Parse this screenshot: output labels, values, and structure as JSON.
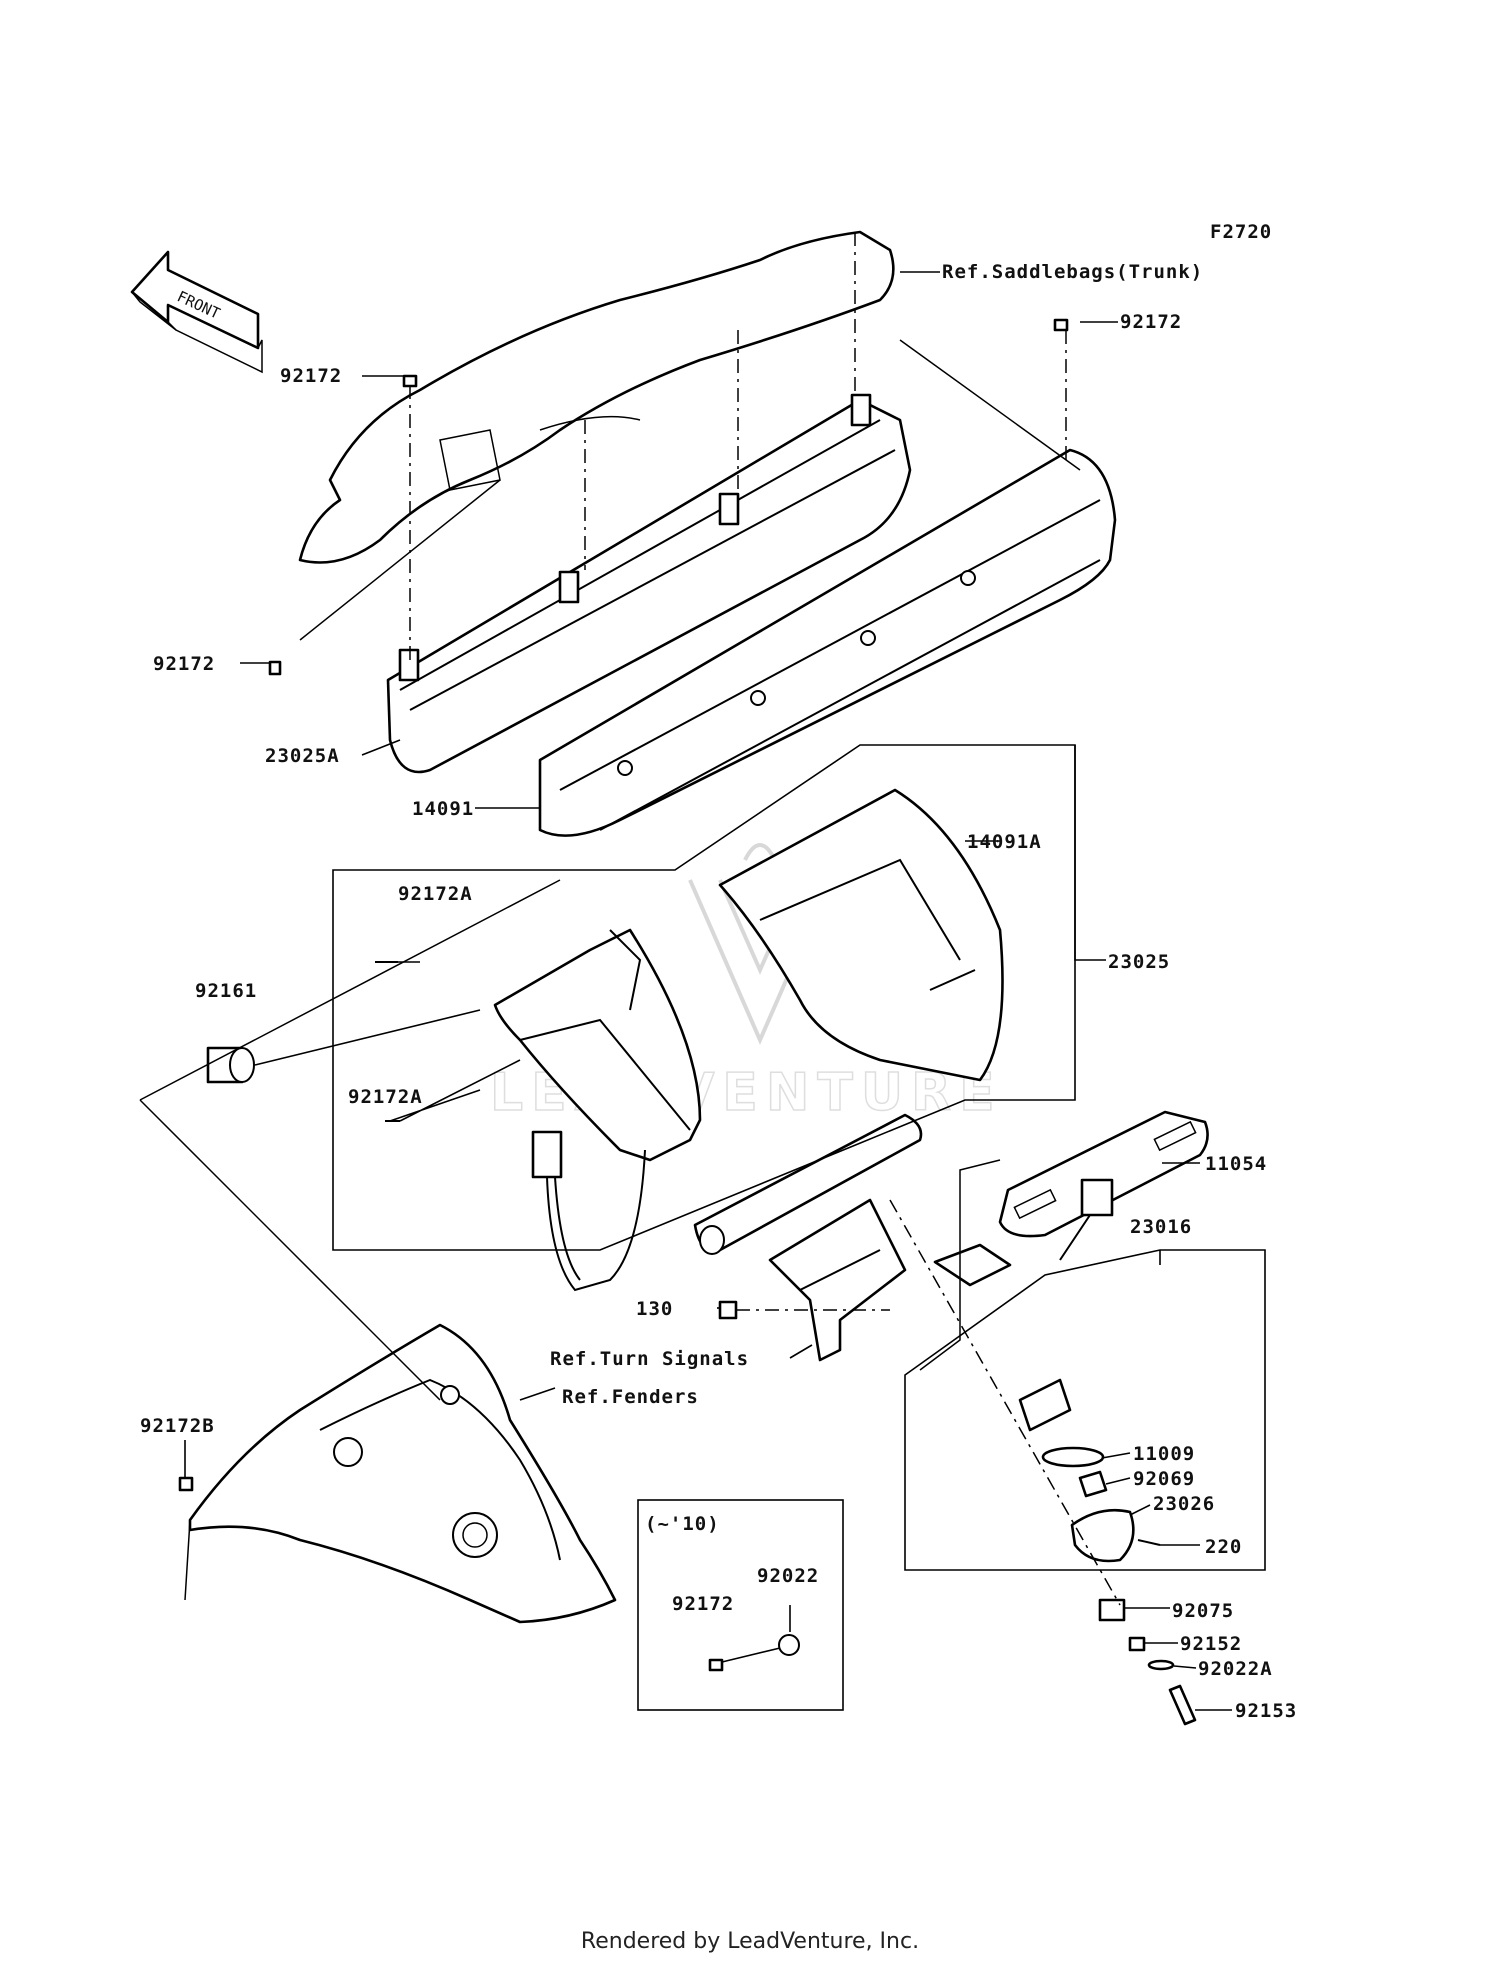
{
  "diagram_code": "F2720",
  "front_arrow": "FRONT",
  "parts": {
    "p92172_top_left": "92172",
    "p92172_top_right": "92172",
    "p92172_left": "92172",
    "p23025A": "23025A",
    "p14091": "14091",
    "p14091A": "14091A",
    "p23025": "23025",
    "p92172A_upper": "92172A",
    "p92172A_lower": "92172A",
    "p92161": "92161",
    "p11054": "11054",
    "p23016": "23016",
    "p130": "130",
    "p92172B": "92172B",
    "p11009": "11009",
    "p92069": "92069",
    "p23026": "23026",
    "p220": "220",
    "p92075": "92075",
    "p92152": "92152",
    "p92022A": "92022A",
    "p92153": "92153",
    "p92172_inset": "92172",
    "p92022_inset": "92022"
  },
  "references": {
    "saddlebags": "Ref.Saddlebags(Trunk)",
    "turn_signals": "Ref.Turn Signals",
    "fenders": "Ref.Fenders"
  },
  "inset_note": "(~'10)",
  "footer": "Rendered by LeadVenture, Inc."
}
